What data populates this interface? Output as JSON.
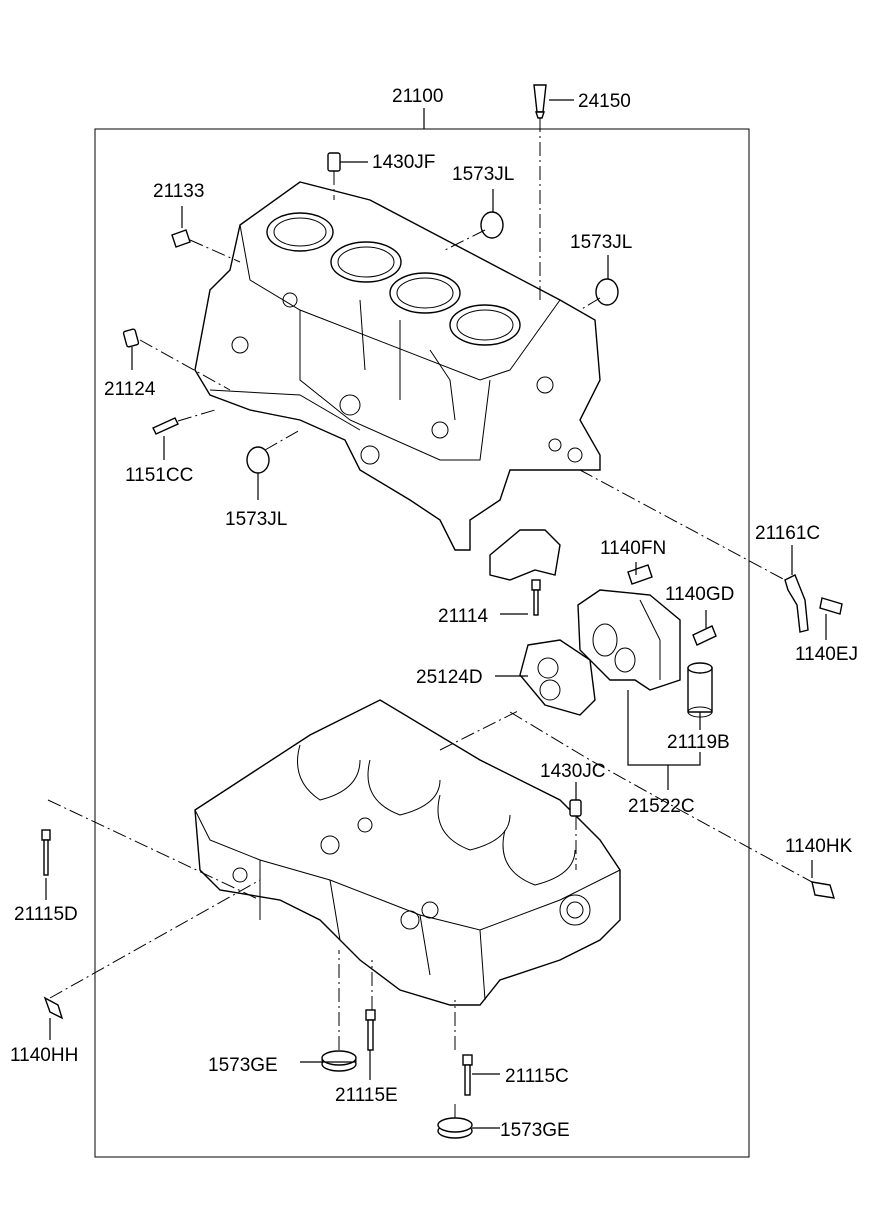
{
  "labels": {
    "l21100": "21100",
    "l24150": "24150",
    "l1430JF": "1430JF",
    "l1573JL_a": "1573JL",
    "l21133": "21133",
    "l1573JL_b": "1573JL",
    "l21124": "21124",
    "l1151CC": "1151CC",
    "l1573JL_c": "1573JL",
    "l21161C": "21161C",
    "l1140FN": "1140FN",
    "l1140GD": "1140GD",
    "l21114": "21114",
    "l1140EJ": "1140EJ",
    "l25124D": "25124D",
    "l21119B": "21119B",
    "l1430JC": "1430JC",
    "l21522C": "21522C",
    "l1140HK": "1140HK",
    "l21115D": "21115D",
    "l1140HH": "1140HH",
    "l1573GE_a": "1573GE",
    "l21115C": "21115C",
    "l21115E": "21115E",
    "l1573GE_b": "1573GE"
  }
}
